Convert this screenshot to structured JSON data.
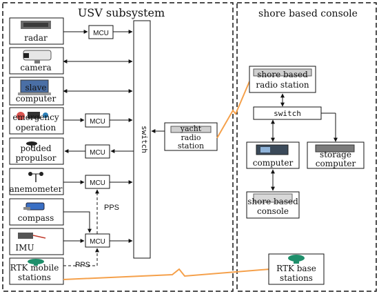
{
  "regions": {
    "usv_title": "USV subsystem",
    "shore_title": "shore based console"
  },
  "usv_devices": {
    "radar": "radar",
    "camera": "camera",
    "slave_computer": [
      "slave",
      "computer"
    ],
    "emergency": [
      "emergency",
      "operation"
    ],
    "podded": [
      "podded",
      "propulsor"
    ],
    "anemometer": "anemometer",
    "compass": "compass",
    "imu": "IMU",
    "rtk_mobile": [
      "RTK mobile",
      "stations"
    ]
  },
  "mcu_label": "MCU",
  "switch_label": "switch",
  "yacht_radio": [
    "yacht",
    "radio",
    "station"
  ],
  "pps_label": "PPS",
  "shore_devices": {
    "radio_station": [
      "shore based",
      "radio station"
    ],
    "switch": "switch",
    "computer": "computer",
    "storage": [
      "storage",
      "computer"
    ],
    "console": [
      "shore based",
      "console"
    ],
    "rtk_base": [
      "RTK base",
      "stations"
    ]
  },
  "colors": {
    "wireless_link": "#f5a04a"
  }
}
